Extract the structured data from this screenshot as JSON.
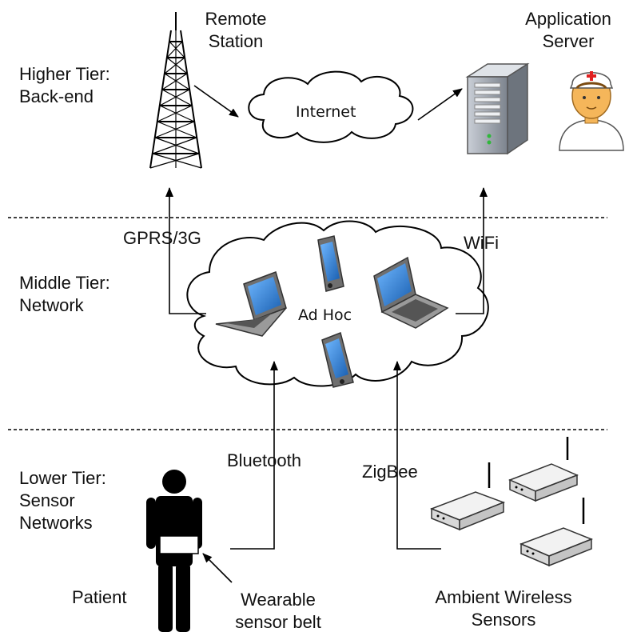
{
  "tiers": {
    "higher": "Higher Tier:\nBack-end",
    "middle": "Middle Tier:\nNetwork",
    "lower": "Lower Tier:\nSensor\nNetworks"
  },
  "nodes": {
    "remote_station": "Remote\nStation",
    "application_server": "Application\nServer",
    "internet": "Internet",
    "ad_hoc": "Ad Hoc",
    "patient": "Patient",
    "belt": "Wearable\nsensor belt",
    "ambient": "Ambient Wireless\nSensors"
  },
  "links": {
    "gprs": "GPRS/3G",
    "wifi": "WiFi",
    "bluetooth": "Bluetooth",
    "zigbee": "ZigBee"
  },
  "colors": {
    "line": "#000000",
    "screen": "#1e78c8",
    "device_body": "#7f7f7f",
    "server_body": "#9aa0a8",
    "face": "#f5b65a"
  }
}
